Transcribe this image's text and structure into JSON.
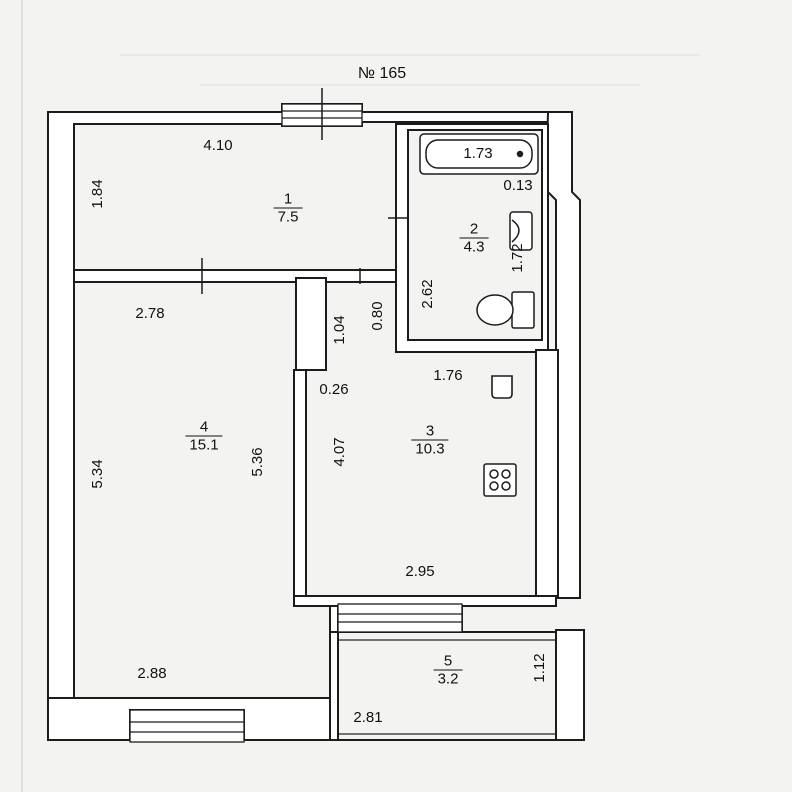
{
  "plan": {
    "number": "№ 165"
  },
  "rooms": [
    {
      "id": "1",
      "area": "7.5"
    },
    {
      "id": "2",
      "area": "4.3"
    },
    {
      "id": "3",
      "area": "10.3"
    },
    {
      "id": "4",
      "area": "15.1"
    },
    {
      "id": "5",
      "area": "3.2"
    }
  ],
  "dimensions": {
    "room1_width": "4.10",
    "room1_depth": "1.84",
    "bath_tub": "1.73",
    "bath_offset": "0.13",
    "bath_height": "1.72",
    "bath_depth": "2.62",
    "closet_depth": "1.04",
    "closet_offset": "0.80",
    "room4_top": "2.78",
    "room4_left": "5.34",
    "room4_right": "5.36",
    "room4_bottom": "2.88",
    "kitchen_partition": "0.26",
    "kitchen_top": "1.76",
    "kitchen_depth": "4.07",
    "kitchen_bottom": "2.95",
    "balcony_width": "2.81",
    "balcony_depth": "1.12"
  }
}
